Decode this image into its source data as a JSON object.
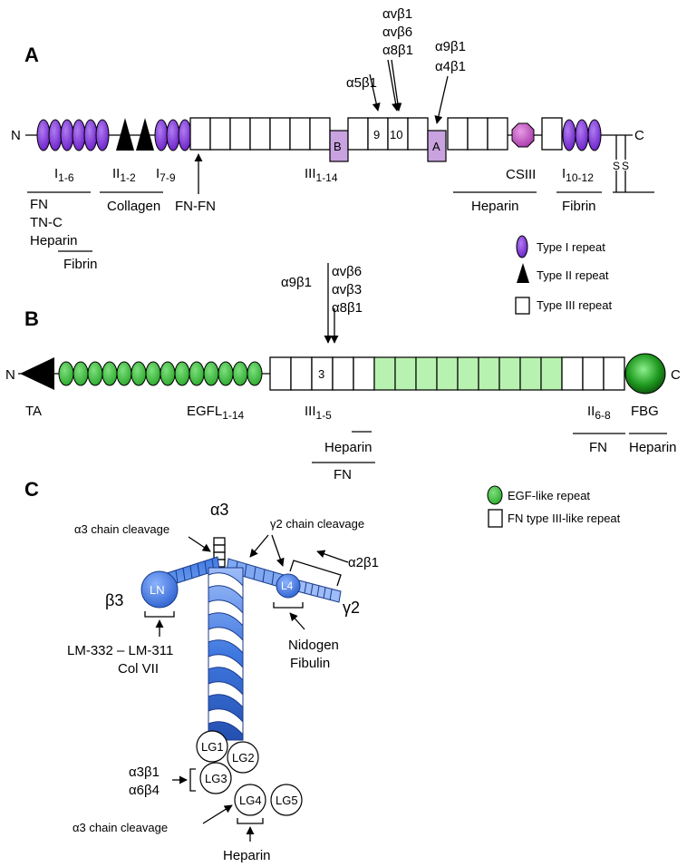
{
  "panel_a": {
    "letter": "A",
    "n_term": "N",
    "c_term": "C",
    "box_b": "B",
    "box_a": "A",
    "box_9": "9",
    "box_10": "10",
    "ss1": "S",
    "ss2": "S",
    "int_a5b1": "α5β1",
    "int_avb1": "αvβ1",
    "int_avb6": "αvβ6",
    "int_a8b1": "α8β1",
    "int_a9b1": "α9β1",
    "int_a4b1": "α4β1",
    "i16_base": "I",
    "i16_sub": "1-6",
    "ii12_base": "II",
    "ii12_sub": "1-2",
    "i79_base": "I",
    "i79_sub": "7-9",
    "iii_base": "III",
    "iii_sub": "1-14",
    "csiii": "CSIII",
    "i1012_base": "I",
    "i1012_sub": "10-12",
    "fn": "FN",
    "tnc": "TN-C",
    "heparin1": "Heparin",
    "fibrin1": "Fibrin",
    "collagen": "Collagen",
    "fnfn": "FN-FN",
    "heparin2": "Heparin",
    "fibrin2": "Fibrin"
  },
  "legend_a": {
    "type1": "Type I repeat",
    "type2": "Type II repeat",
    "type3": "Type III repeat"
  },
  "panel_b": {
    "letter": "B",
    "n_term": "N",
    "c_term": "C",
    "box_3": "3",
    "int_a9b1": "α9β1",
    "int_avb6": "αvβ6",
    "int_avb3": "αvβ3",
    "int_a8b1": "α8β1",
    "ta": "TA",
    "egfl_base": "EGFL",
    "egfl_sub": "1-14",
    "iii_base": "III",
    "iii_sub": "1-5",
    "ii_base": "II",
    "ii_sub": "6-8",
    "fbg": "FBG",
    "heparin": "Heparin",
    "fn1": "FN",
    "fn2": "FN",
    "heparin2": "Heparin"
  },
  "legend_b": {
    "egf": "EGF-like repeat",
    "fn3": "FN type III-like repeat"
  },
  "panel_c": {
    "letter": "C",
    "alpha3": "α3",
    "beta3": "β3",
    "gamma2": "γ2",
    "ln": "LN",
    "l4": "L4",
    "a3_cleavage": "α3 chain cleavage",
    "g2_cleavage": "γ2 chain cleavage",
    "a2b1": "α2β1",
    "lm332": "LM-332 – LM-311",
    "col7": "Col VII",
    "nidogen": "Nidogen",
    "fibulin": "Fibulin",
    "lg1": "LG1",
    "lg2": "LG2",
    "lg3": "LG3",
    "lg4": "LG4",
    "lg5": "LG5",
    "a3b1": "α3β1",
    "a6b4": "α6β4",
    "a3_cleavage2": "α3 chain cleavage",
    "heparin": "Heparin"
  },
  "colors": {
    "type1_purple": "#7b2fd6",
    "box_pink": "#c9a2e0",
    "csiii_magenta": "#c050c0",
    "egf_green": "#3cb83c",
    "fn3_green": "#b8f2b0",
    "fbg_green": "#1a8a1a",
    "laminin_blue": "#3f78e0"
  }
}
